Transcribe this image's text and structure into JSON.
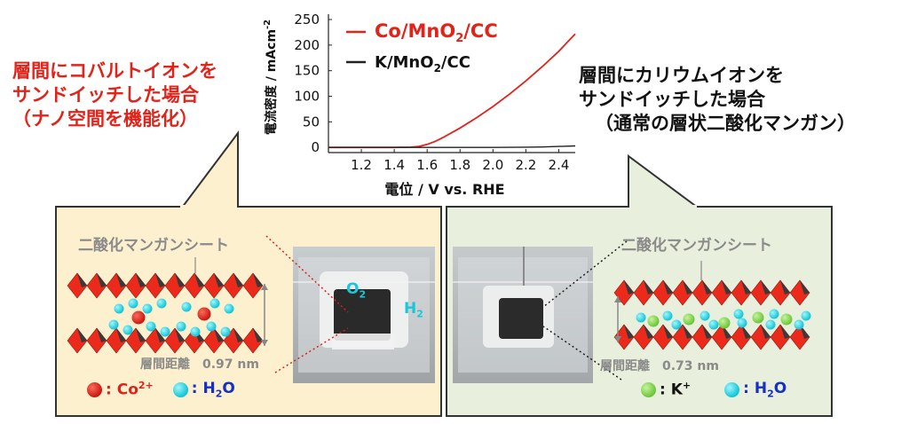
{
  "left_heading": {
    "line1": "層間にコバルトイオンを",
    "line2": "サンドイッチした場合",
    "line3": "（ナノ空間を機能化）"
  },
  "right_heading": {
    "line1": "層間にカリウムイオンを",
    "line2": "サンドイッチした場合",
    "line3": "（通常の層状二酸化マンガン）"
  },
  "left_panel": {
    "sheet_label": "二酸化マンガンシート",
    "distance_label": "層間距離　0.97 nm",
    "legend_ion": ": Co",
    "legend_ion_sup": "2+",
    "legend_water": ": H",
    "legend_water_sub": "2",
    "legend_water_tail": "O",
    "photo_gas_o2": "O",
    "photo_gas_o2_sub": "2",
    "photo_gas_h2": "H",
    "photo_gas_h2_sub": "2",
    "colors": {
      "background": "#fdf0cf",
      "ion": "#d9241c"
    }
  },
  "right_panel": {
    "sheet_label": "二酸化マンガンシート",
    "distance_label": "層間距離　0.73 nm",
    "legend_ion": ": K",
    "legend_ion_sup": "+",
    "legend_water": ": H",
    "legend_water_sub": "2",
    "legend_water_tail": "O",
    "colors": {
      "background": "#e8efdc",
      "ion": "#8ed65a"
    }
  },
  "chart_data": {
    "type": "line",
    "xlabel": "電位 / V vs. RHE",
    "ylabel": "電流密度 / mAcm",
    "ylabel_sup": "-2",
    "xlim": [
      1.0,
      2.5
    ],
    "ylim": [
      -10,
      250
    ],
    "xticks": [
      "1.2",
      "1.4",
      "1.6",
      "1.8",
      "2.0",
      "2.2",
      "2.4"
    ],
    "xtick_values": [
      1.2,
      1.4,
      1.6,
      1.8,
      2.0,
      2.2,
      2.4
    ],
    "yticks": [
      "0",
      "50",
      "100",
      "150",
      "200",
      "250"
    ],
    "ytick_values": [
      0,
      50,
      100,
      150,
      200,
      250
    ],
    "legend_position": "top-right",
    "series": [
      {
        "name": "Co/MnO2/CC",
        "name_main": "Co/MnO",
        "name_sub": "2",
        "name_tail": "/CC",
        "color": "#e2231a",
        "x": [
          1.0,
          1.2,
          1.4,
          1.5,
          1.55,
          1.6,
          1.65,
          1.7,
          1.8,
          1.9,
          2.0,
          2.1,
          2.2,
          2.3,
          2.4,
          2.5
        ],
        "y": [
          0,
          0,
          0,
          0.5,
          2,
          6,
          12,
          20,
          38,
          58,
          80,
          104,
          130,
          158,
          188,
          222
        ]
      },
      {
        "name": "K/MnO2/CC",
        "name_main": "K/MnO",
        "name_sub": "2",
        "name_tail": "/CC",
        "color": "#222222",
        "x": [
          1.0,
          1.5,
          2.0,
          2.2,
          2.3,
          2.4,
          2.5
        ],
        "y": [
          0,
          0,
          0,
          0.5,
          1,
          2,
          3
        ]
      }
    ]
  }
}
